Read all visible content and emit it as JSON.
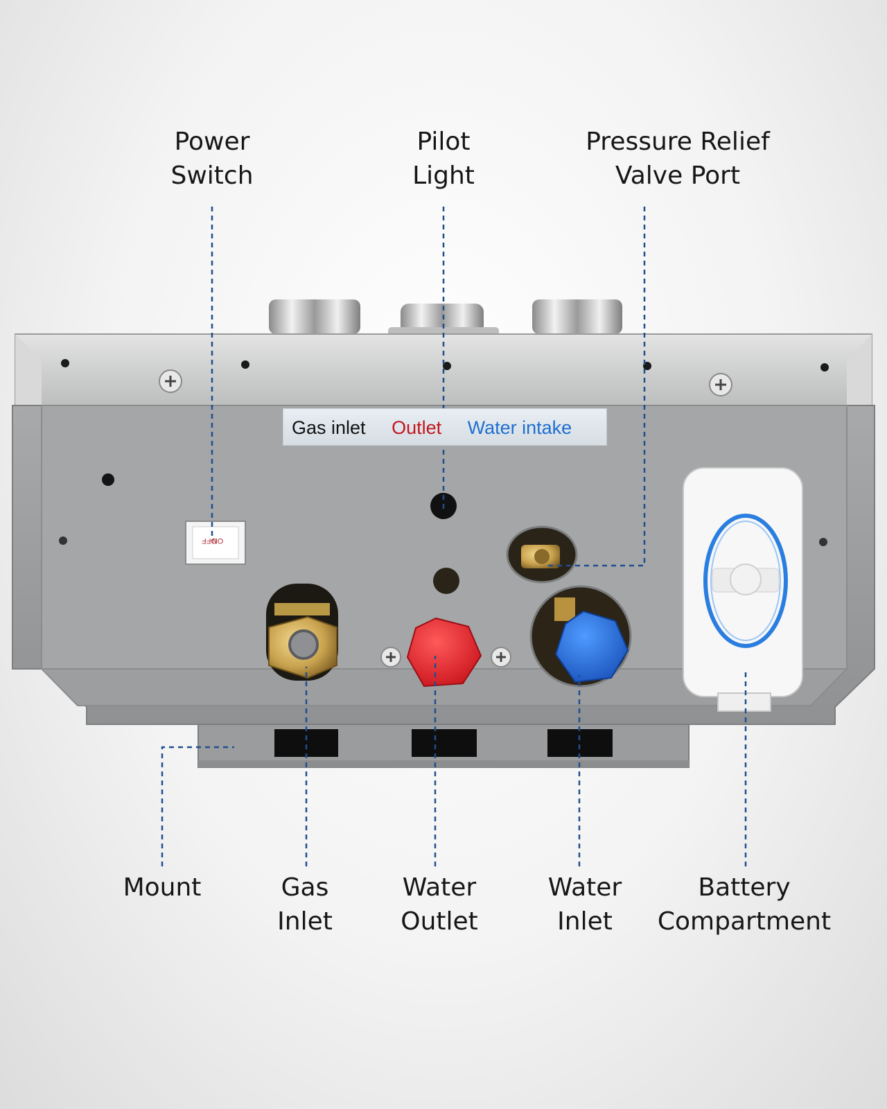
{
  "callouts": {
    "power_switch": [
      "Power",
      "Switch"
    ],
    "pilot_light": [
      "Pilot",
      "Light"
    ],
    "pressure_relief": [
      "Pressure Relief",
      "Valve Port"
    ],
    "mount": [
      "Mount"
    ],
    "gas_inlet": [
      "Gas",
      "Inlet"
    ],
    "water_outlet": [
      "Water",
      "Outlet"
    ],
    "water_inlet": [
      "Water",
      "Inlet"
    ],
    "battery": [
      "Battery",
      "Compartment"
    ]
  },
  "strip": {
    "gas": "Gas inlet",
    "outlet": "Outlet",
    "intake": "Water intake"
  },
  "switch": {
    "on": "ON",
    "off": "OFF"
  },
  "colors": {
    "leader_line": "#1f4e8f",
    "body_gray": "#9c9ea0",
    "outlet_red": "#e0202a",
    "intake_blue": "#1f6fdc",
    "strip_outlet_text": "#c3161d",
    "strip_intake_text": "#1f6fd0",
    "brass": "#c8a24e"
  },
  "icons": [
    "screw-icon",
    "hex-cap-icon",
    "brass-fitting-icon"
  ]
}
